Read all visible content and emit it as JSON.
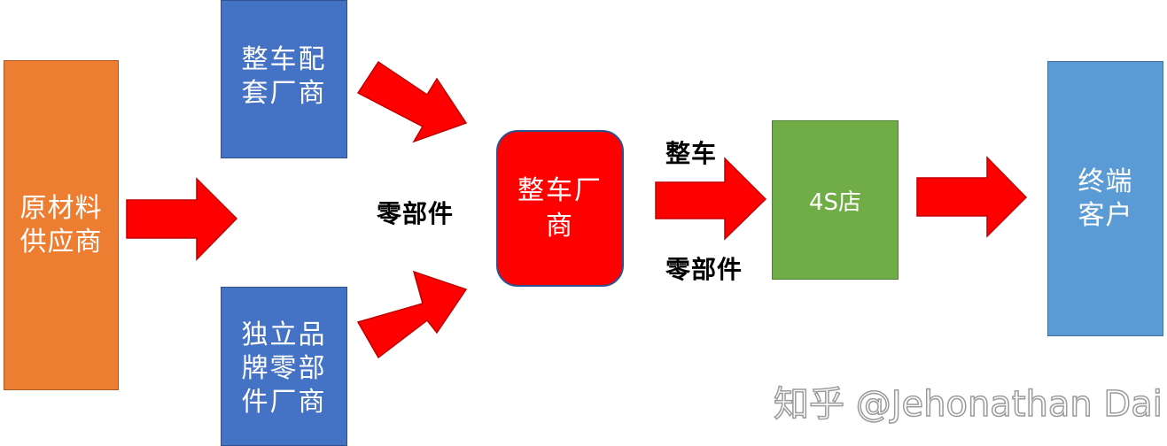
{
  "nodes": {
    "raw_supplier": {
      "line1": "原材料",
      "line2": "供应商",
      "color": "#ED7D31"
    },
    "oem_supplier": {
      "line1": "整车配",
      "line2": "套厂商",
      "color": "#4472C4"
    },
    "independent_supplier": {
      "line1": "独立品",
      "line2": "牌零部",
      "line3": "件厂商",
      "color": "#4472C4"
    },
    "manufacturer": {
      "line1": "整车厂",
      "line2": "商",
      "color": "#FF0000"
    },
    "dealer": {
      "label": "4S店",
      "color": "#70AD47"
    },
    "customer": {
      "line1": "终端",
      "line2": "客户",
      "color": "#5B9BD5"
    }
  },
  "labels": {
    "parts_left": "零部件",
    "vehicle": "整车",
    "parts_right": "零部件"
  },
  "arrow_color": "#FF0000",
  "watermark": "知乎 @Jehonathan Dai"
}
